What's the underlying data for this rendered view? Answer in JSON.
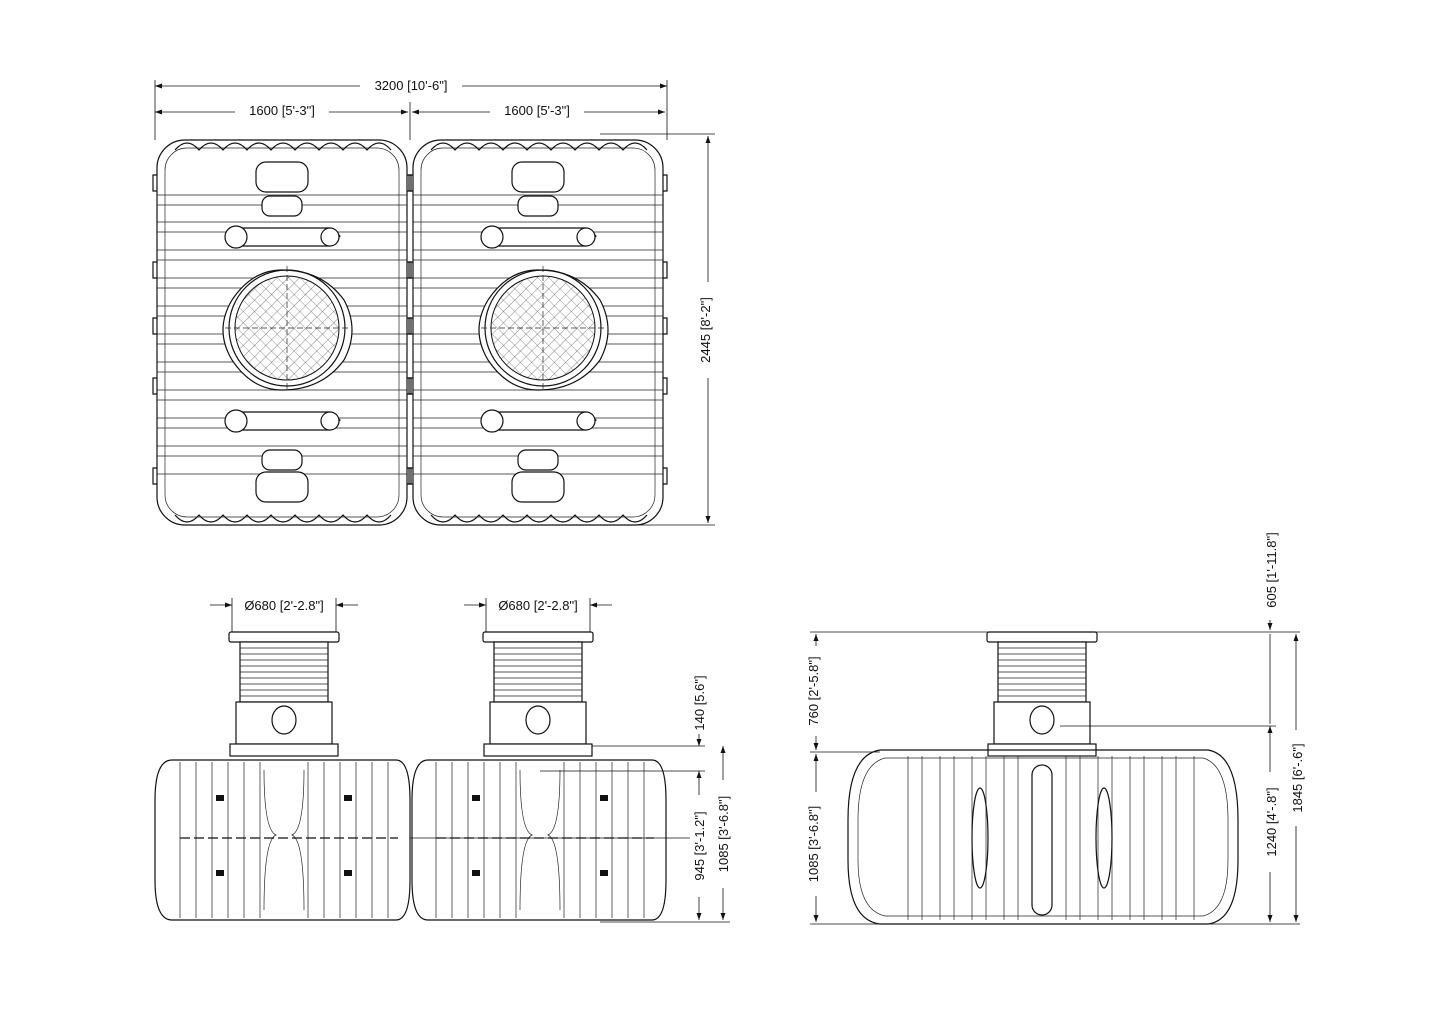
{
  "top_view": {
    "total_width": "3200 [10'-6\"]",
    "module_width_left": "1600 [5'-3\"]",
    "module_width_right": "1600 [5'-3\"]",
    "depth": "2445 [8'-2\"]"
  },
  "front_view": {
    "riser_diameter_left": "Ø680 [2'-2.8\"]",
    "riser_diameter_right": "Ø680 [2'-2.8\"]",
    "collar_offset": "140 [5.6\"]",
    "inlet_height": "945 [3'-1.2\"]",
    "tank_height": "1085 [3'-6.8\"]"
  },
  "side_view": {
    "riser_height": "760 [2'-5.8\"]",
    "tank_height": "1085 [3'-6.8\"]",
    "riser_extension": "605 [1'-11.8\"]",
    "outlet_height": "1240 [4'-.8\"]",
    "total_height": "1845 [6'-.6\"]"
  }
}
